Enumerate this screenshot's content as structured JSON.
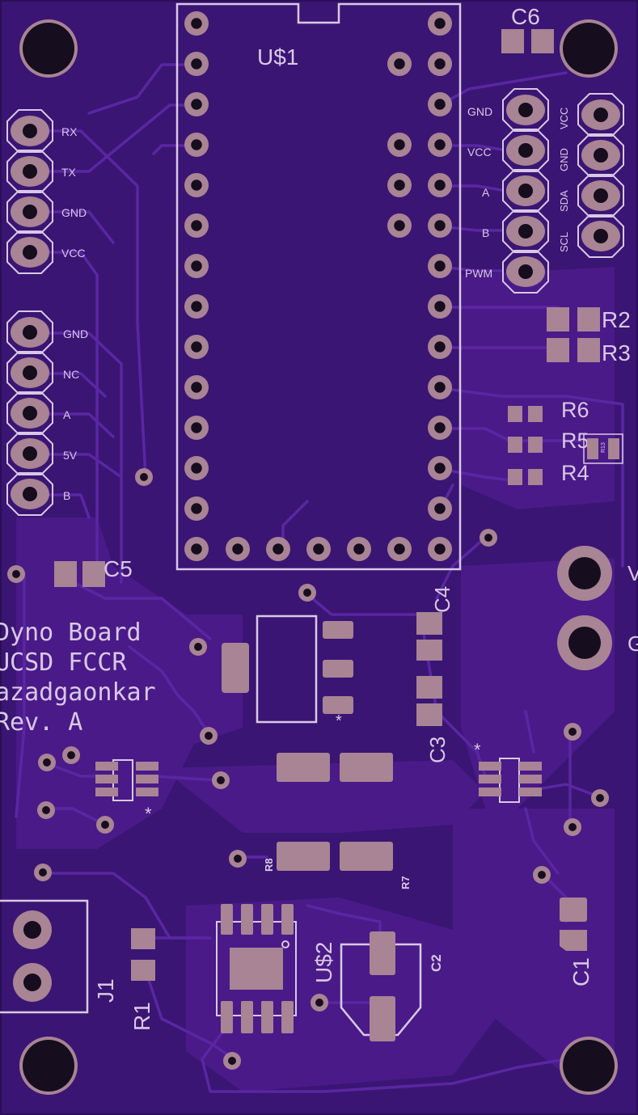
{
  "board": {
    "colors": {
      "substrate": "#3a1573",
      "copper_fill": "#4b1a8c",
      "trace": "#55239a",
      "pad": "#a88494",
      "silkscreen": "#d9c8e6",
      "drill": "#160d1e"
    },
    "title_block": {
      "line1": "Dyno Board",
      "line2": "UCSD FCCR",
      "line3": "azadgaonkar",
      "line4": "Rev. A"
    },
    "designators": {
      "u1": "U$1",
      "u2": "U$2",
      "c1": "C1",
      "c2": "C2",
      "c3": "C3",
      "c4": "C4",
      "c5": "C5",
      "c6": "C6",
      "r1": "R1",
      "r2": "R2",
      "r3": "R3",
      "r4": "R4",
      "r5": "R5",
      "r6": "R6",
      "r7": "R7",
      "r8": "R8",
      "j1": "J1",
      "tiny": "R13"
    },
    "serial_header": [
      "RX",
      "TX",
      "GND",
      "VCC"
    ],
    "sensor_header": [
      "GND",
      "NC",
      "A",
      "5V",
      "B"
    ],
    "encoder_header": [
      "GND",
      "VCC",
      "A",
      "B",
      "PWM"
    ],
    "i2c_header": [
      "VCC",
      "GND",
      "SDA",
      "SCL"
    ],
    "power_partial": [
      "V",
      "G"
    ],
    "pin1_marker": "*"
  }
}
